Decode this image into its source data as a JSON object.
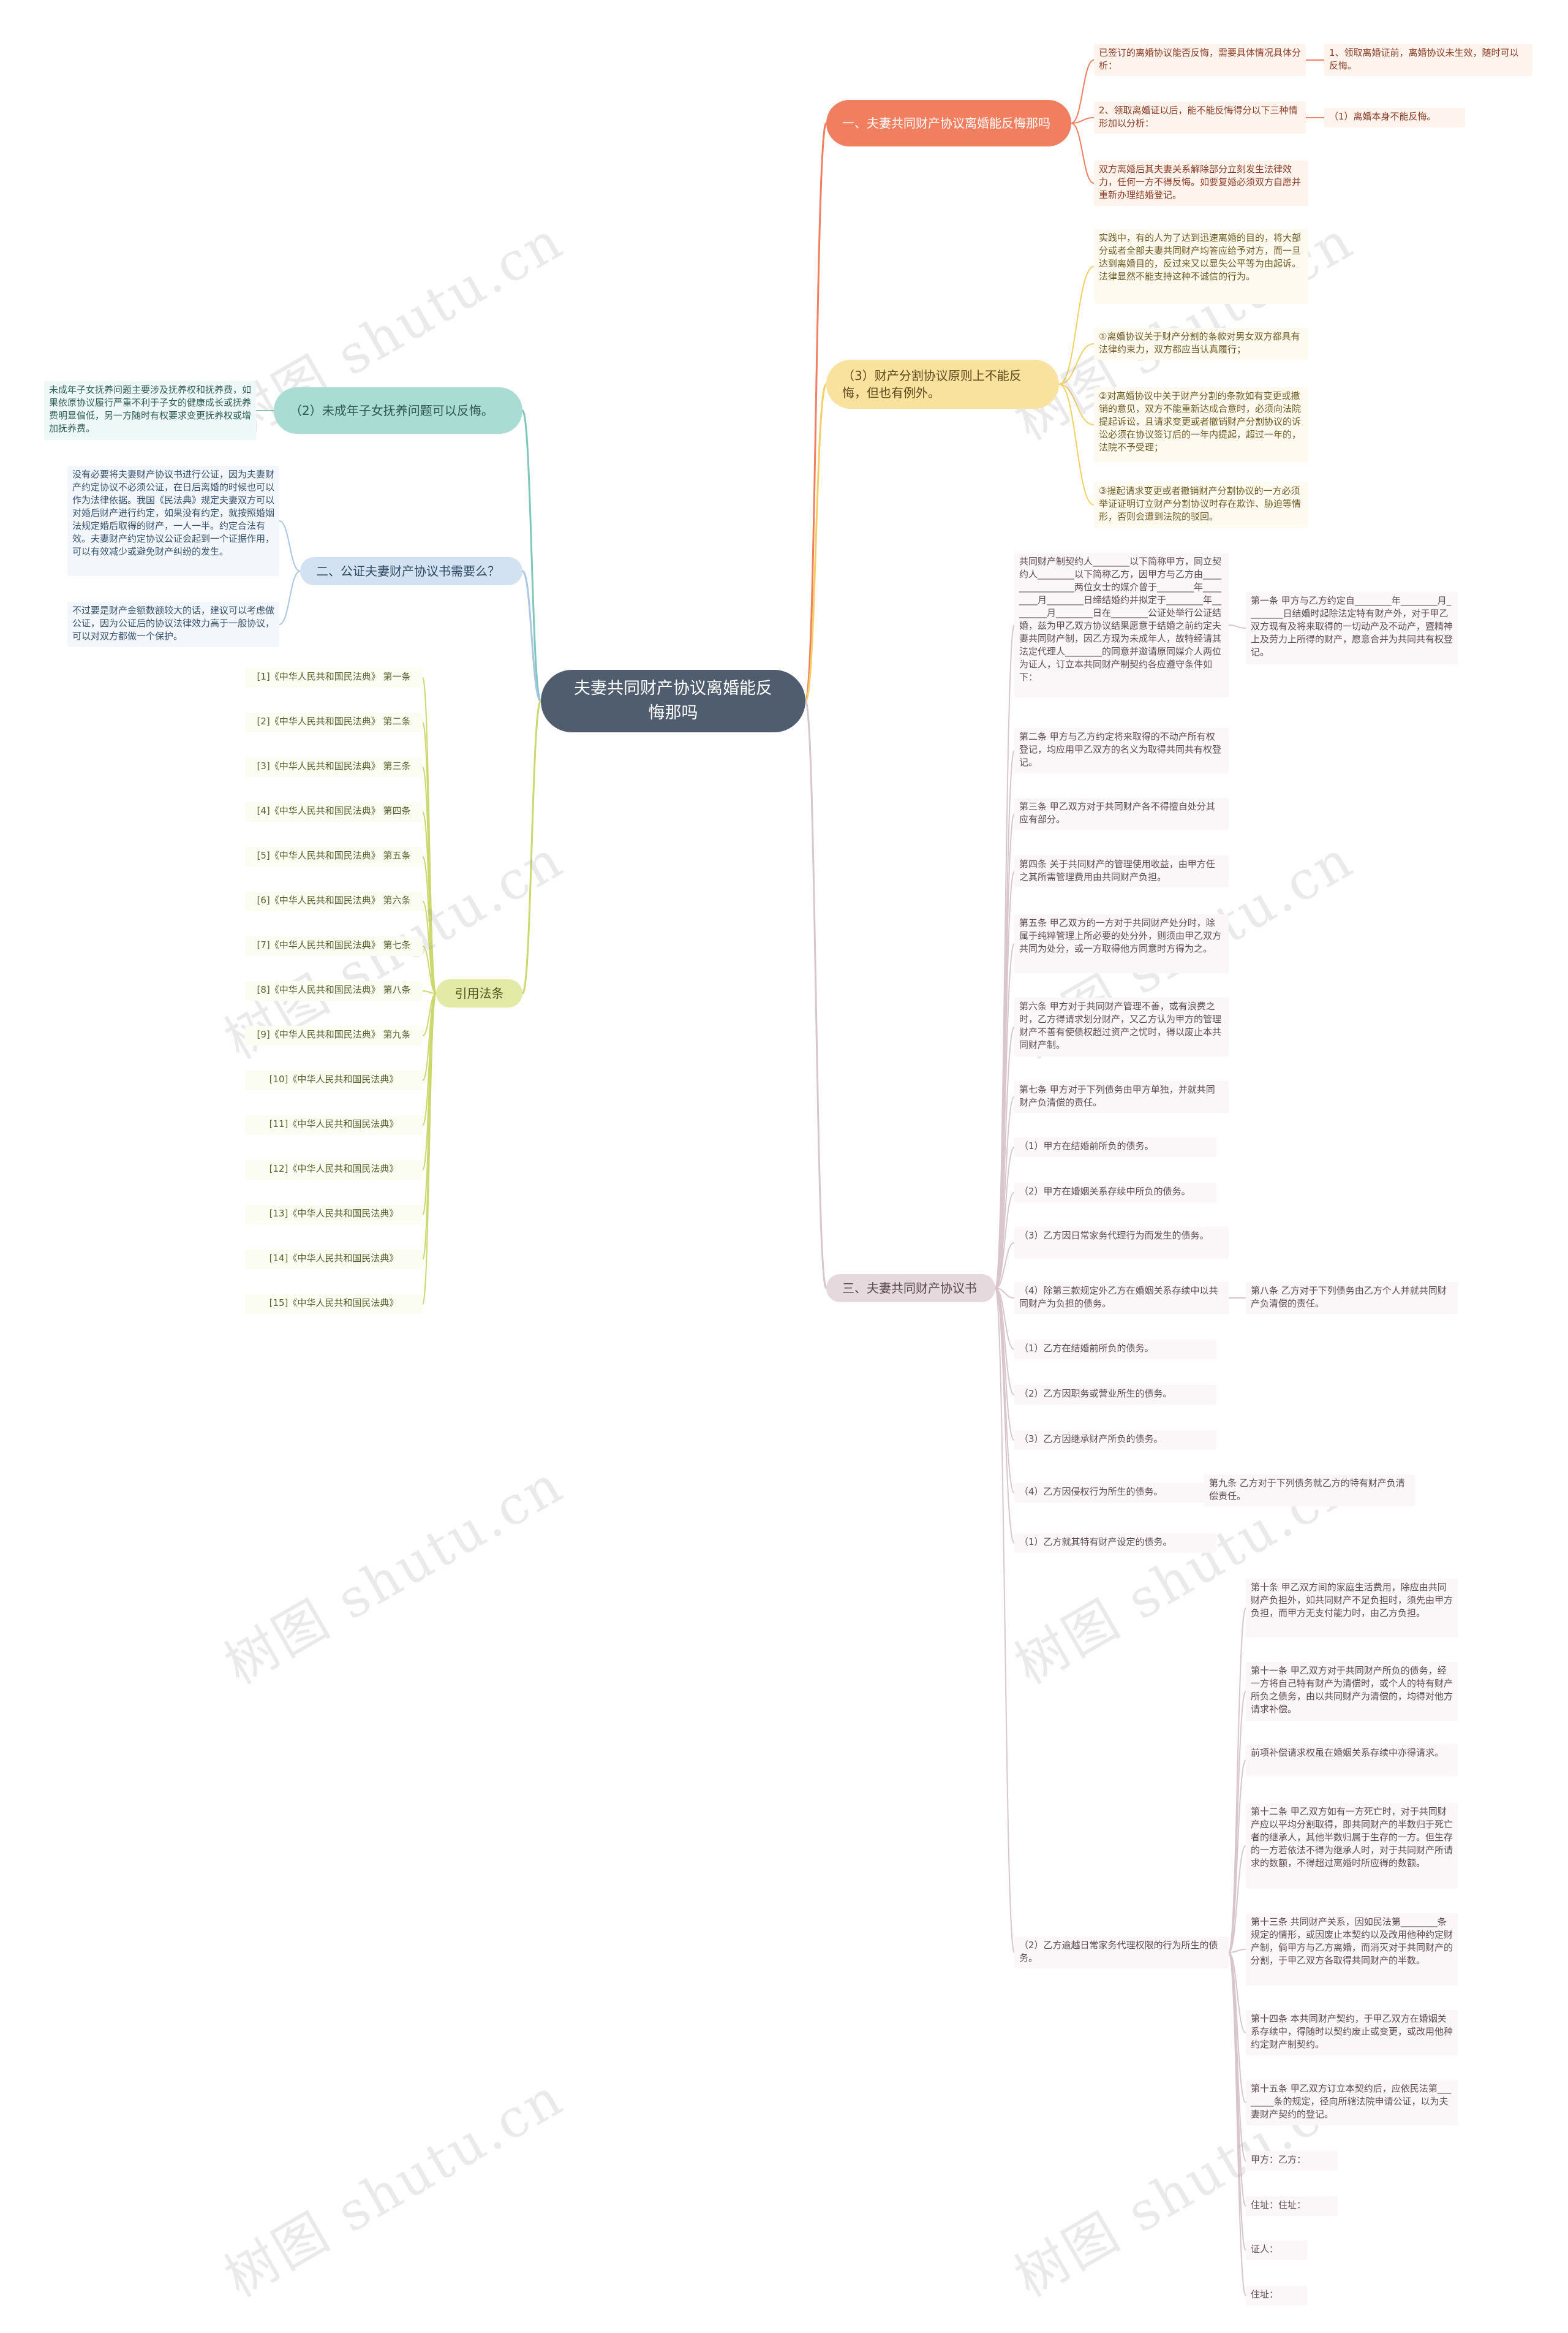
{
  "center": "夫妻共同财产协议离婚能反悔那吗",
  "watermark": "树图 shutu.cn",
  "colors": {
    "red": "#f07e5f",
    "yellow": "#f5cf63",
    "pink": "#d9c6cc",
    "teal": "#7fc7ba",
    "blue": "#a9c6e5",
    "green": "#cbd86d"
  },
  "branches": {
    "b1": {
      "label": "一、夫妻共同财产协议离婚能反悔那吗",
      "c1": "已签订的离婚协议能否反悔，需要具体情况具体分析：",
      "c1a": "1、领取离婚证前，离婚协议未生效，随时可以反悔。",
      "c2": "2、领取离婚证以后，能不能反悔得分以下三种情形加以分析：",
      "c2a": "（1）离婚本身不能反悔。",
      "c3": "双方离婚后其夫妻关系解除部分立刻发生法律效力，任何一方不得反悔。如要复婚必须双方自愿并重新办理结婚登记。"
    },
    "b2": {
      "label": "（3）财产分割协议原则上不能反悔，但也有例外。",
      "c1": "实践中，有的人为了达到迅速离婚的目的，将大部分或者全部夫妻共同财产均答应给予对方，而一旦达到离婚目的，反过来又以显失公平等为由起诉。法律显然不能支持这种不诚信的行为。",
      "c2": "①离婚协议关于财产分割的条款对男女双方都具有法律约束力，双方都应当认真履行；",
      "c3": "②对离婚协议中关于财产分割的条款如有变更或撤销的意见，双方不能重新达成合意时，必须向法院提起诉讼，且请求变更或者撤销财产分割协议的诉讼必须在协议签订后的一年内提起，超过一年的，法院不予受理；",
      "c4": "③提起请求变更或者撤销财产分割协议的一方必须举证证明订立财产分割协议时存在欺诈、胁迫等情形，否则会遭到法院的驳回。"
    },
    "b3": {
      "label": "三、夫妻共同财产协议书",
      "intro": "共同财产制契约人________以下简称甲方，同立契约人________以下简称乙方，因甲方与乙方由________________两位女士的媒介曾于________年________月________日缔结婚约并拟定于________年________月________日在________公证处举行公证结婚，兹为甲乙双方协议结果愿意于结婚之前约定夫妻共同财产制，因乙方现为未成年人，故特经请其法定代理人________的同意并邀请原同媒介人两位为证人，订立本共同财产制契约各应遵守条件如下：",
      "art1": "第一条 甲方与乙方约定自________年________月________日结婚时起除法定特有财产外，对于甲乙双方现有及将来取得的一切动产及不动产，暨精神上及劳力上所得的财产，愿意合并为共同共有权登记。",
      "art2": "第二条 甲方与乙方约定将来取得的不动产所有权登记，均应用甲乙双方的名义为取得共同共有权登记。",
      "art3": "第三条 甲乙双方对于共同财产各不得擅自处分其应有部分。",
      "art4": "第四条 关于共同财产的管理使用收益，由甲方任之其所需管理费用由共同财产负担。",
      "art5": "第五条 甲乙双方的一方对于共同财产处分时，除属于纯粹管理上所必要的处分外，则须由甲乙双方共同为处分，或一方取得他方同意时方得为之。",
      "art6": "第六条 甲方对于共同财产管理不善，或有浪费之时，乙方得请求划分财产，又乙方认为甲方的管理财产不善有使债权超过资产之忧时，得以废止本共同财产制。",
      "art7": "第七条 甲方对于下列债务由甲方单独，并就共同财产负清偿的责任。",
      "d1": "（1）甲方在结婚前所负的债务。",
      "d2": "（2）甲方在婚姻关系存续中所负的债务。",
      "d3": "（3）乙方因日常家务代理行为而发生的债务。",
      "d4": "（4）除第三款规定外乙方在婚姻关系存续中以共同财产为负担的债务。",
      "art8": "第八条 乙方对于下列债务由乙方个人并就共同财产负清偿的责任。",
      "e1": "（1）乙方在结婚前所负的债务。",
      "e2": "（2）乙方因职务或营业所生的债务。",
      "e3": "（3）乙方因继承财产所负的债务。",
      "e4": "（4）乙方因侵权行为所生的债务。",
      "art9": "第九条 乙方对于下列债务就乙方的特有财产负清偿责任。",
      "f1": "（1）乙方就其特有财产设定的债务。",
      "f2": "（2）乙方逾越日常家务代理权限的行为所生的债务。",
      "art10": "第十条 甲乙双方间的家庭生活费用，除应由共同财产负担外，如共同财产不足负担时，须先由甲方负担，而甲方无支付能力时，由乙方负担。",
      "art11": "第十一条 甲乙双方对于共同财产所负的债务，经一方将自己特有财产为清偿时，或个人的特有财产所负之债务，由以共同财产为清偿的，均得对他方请求补偿。",
      "art11b": "前项补偿请求权虽在婚姻关系存续中亦得请求。",
      "art12": "第十二条 甲乙双方如有一方死亡时，对于共同财产应以平均分割取得，即共同财产的半数归于死亡者的继承人，其他半数归属于生存的一方。但生存的一方若依法不得为继承人时，对于共同财产所请求的数额，不得超过离婚时所应得的数额。",
      "art13": "第十三条 共同财产关系，因如民法第________条规定的情形，或因废止本契约以及改用他种约定财产制，倘甲方与乙方离婚，而消灭对于共同财产的分割，于甲乙双方各取得共同财产的半数。",
      "art14": "第十四条 本共同财产契约，于甲乙双方在婚姻关系存续中，得随时以契约废止或变更，或改用他种约定财产制契约。",
      "art15": "第十五条 甲乙双方订立本契约后，应依民法第________条的规定，径向所辖法院申请公证，以为夫妻财产契约的登记。",
      "sig1": "甲方：乙方：",
      "sig2": "住址：住址：",
      "sig3": "证人：",
      "sig4": "住址："
    },
    "b4": {
      "label": "（2）未成年子女抚养问题可以反悔。",
      "c1": "未成年子女抚养问题主要涉及抚养权和抚养费，如果依原协议履行严重不利于子女的健康成长或抚养费明显偏低，另一方随时有权要求变更抚养权或增加抚养费。"
    },
    "b5": {
      "label": "二、公证夫妻财产协议书需要么？",
      "c1": "没有必要将夫妻财产协议书进行公证，因为夫妻财产约定协议不必须公证，在日后离婚的时候也可以作为法律依据。我国《民法典》规定夫妻双方可以对婚后财产进行约定，如果没有约定，就按照婚姻法规定婚后取得的财产，一人一半。约定合法有效。夫妻财产约定协议公证会起到一个证据作用，可以有效减少或避免财产纠纷的发生。",
      "c2": "不过要是财产金额数额较大的话，建议可以考虑做公证，因为公证后的协议法律效力高于一般协议，可以对双方都做一个保护。"
    },
    "b6": {
      "label": "引用法条",
      "items": [
        "[1]《中华人民共和国民法典》 第一条",
        "[2]《中华人民共和国民法典》 第二条",
        "[3]《中华人民共和国民法典》 第三条",
        "[4]《中华人民共和国民法典》 第四条",
        "[5]《中华人民共和国民法典》 第五条",
        "[6]《中华人民共和国民法典》 第六条",
        "[7]《中华人民共和国民法典》 第七条",
        "[8]《中华人民共和国民法典》 第八条",
        "[9]《中华人民共和国民法典》 第九条",
        "[10]《中华人民共和国民法典》",
        "[11]《中华人民共和国民法典》",
        "[12]《中华人民共和国民法典》",
        "[13]《中华人民共和国民法典》",
        "[14]《中华人民共和国民法典》",
        "[15]《中华人民共和国民法典》"
      ]
    }
  }
}
